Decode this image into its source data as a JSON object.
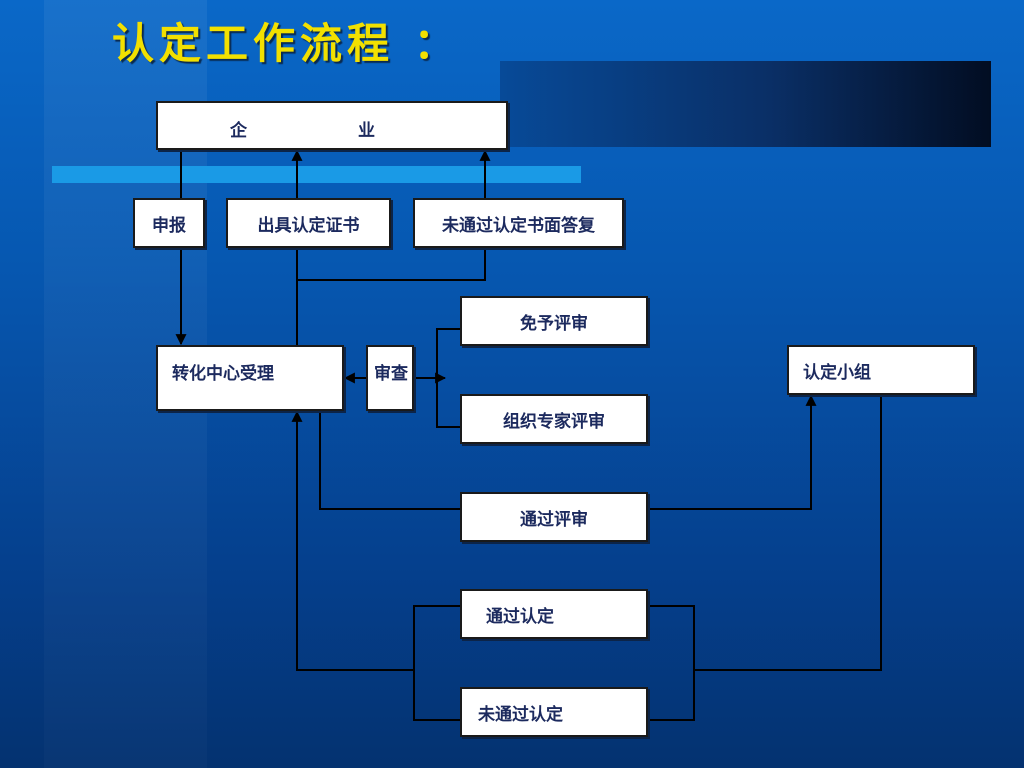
{
  "title": "认定工作流程 ：",
  "boxes": {
    "enterprise_a": "企",
    "enterprise_b": "业",
    "apply": "申报",
    "issue_certificate": "出具认定证书",
    "written_reply": "未通过认定书面答复",
    "exempt_review": "免予评审",
    "transfer_center": "转化中心受理",
    "examine": "审查",
    "expert_review": "组织专家评审",
    "certification_group": "认定小组",
    "passed_review": "通过评审",
    "passed_certification": "通过认定",
    "failed_certification": "未通过认定"
  },
  "colors": {
    "title": "#f2e000",
    "box_text": "#1c2a5e",
    "box_fill": "#ffffff",
    "line": "#000000"
  }
}
